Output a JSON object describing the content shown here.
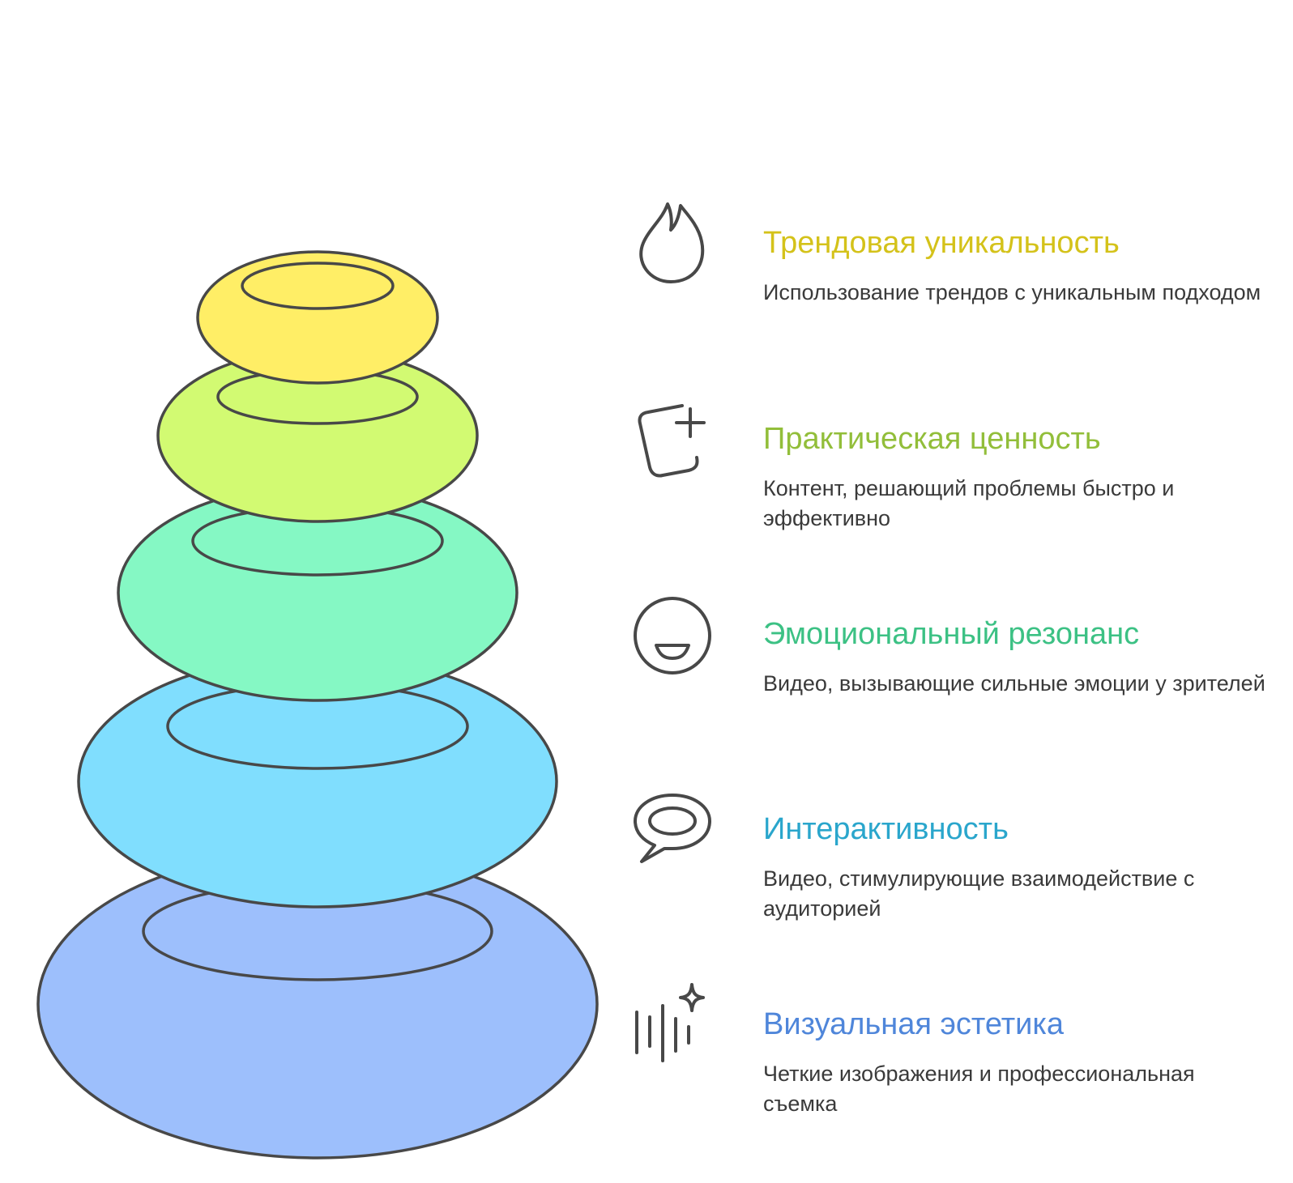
{
  "items": [
    {
      "title": "Трендовая уникальность",
      "description": "Использование трендов с уникальным подходом",
      "title_color": "#D4C21A",
      "fill_color": "#FFEE66",
      "icon": "flame-icon"
    },
    {
      "title": "Практическая ценность",
      "description": "Контент, решающий проблемы быстро и эффективно",
      "title_color": "#92BE3A",
      "fill_color": "#D2FA72",
      "icon": "add-card-icon"
    },
    {
      "title": "Эмоциональный резонанс",
      "description": "Видео, вызывающие сильные эмоции у зрителей",
      "title_color": "#3CC184",
      "fill_color": "#85F8C4",
      "icon": "smiley-icon"
    },
    {
      "title": "Интерактивность",
      "description": "Видео, стимулирующие взаимодействие с аудиторией",
      "title_color": "#2AA6CC",
      "fill_color": "#80DEFE",
      "icon": "speech-bubble-icon"
    },
    {
      "title": "Визуальная эстетика",
      "description": "Четкие изображения и профессиональная съемка",
      "title_color": "#4F86DA",
      "fill_color": "#9DBFFC",
      "icon": "sparkle-lines-icon"
    }
  ],
  "stroke_color": "#484848"
}
